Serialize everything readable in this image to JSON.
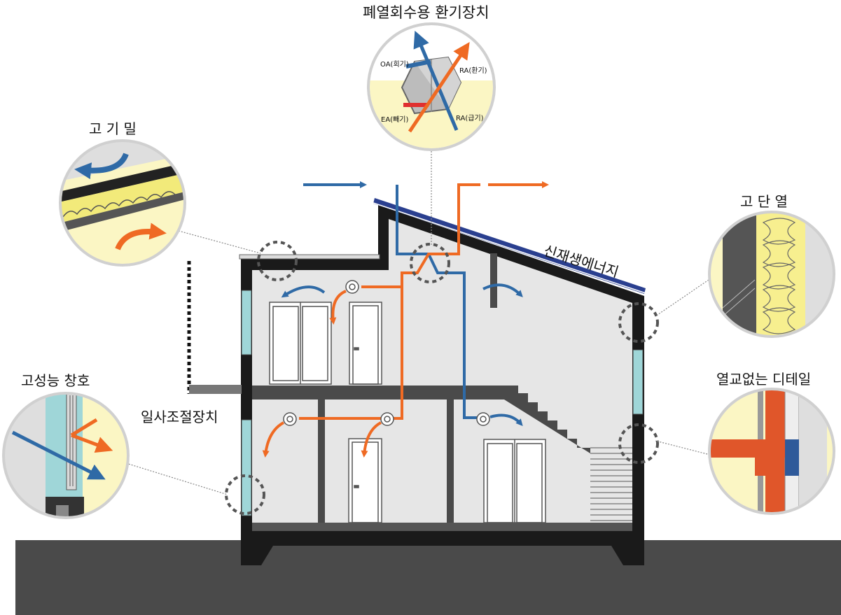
{
  "labels": {
    "hrv_title": "폐열회수용 환기장치",
    "airtight": "고 기 밀",
    "insulation": "고 단 열",
    "renewable": "신재생에너지",
    "thermal_bridge_free": "열교없는 디테일",
    "windows": "고성능 창호",
    "shading": "일사조절장치"
  },
  "hrv": {
    "oa": "OA(회기)",
    "ra_return": "RA(환기)",
    "ea": "EA(빼기)",
    "ra_supply": "RA(급기)"
  },
  "colors": {
    "supply_blue": "#2f6aa6",
    "exhaust_orange": "#ef6a23",
    "wall_dark": "#1a1a1a",
    "interior": "#e6e6e6",
    "ground": "#4a4a4a",
    "insulation_yellow": "#fbf6c4",
    "glass": "#9fd6d8",
    "solar_panel": "#2a3f8f"
  }
}
